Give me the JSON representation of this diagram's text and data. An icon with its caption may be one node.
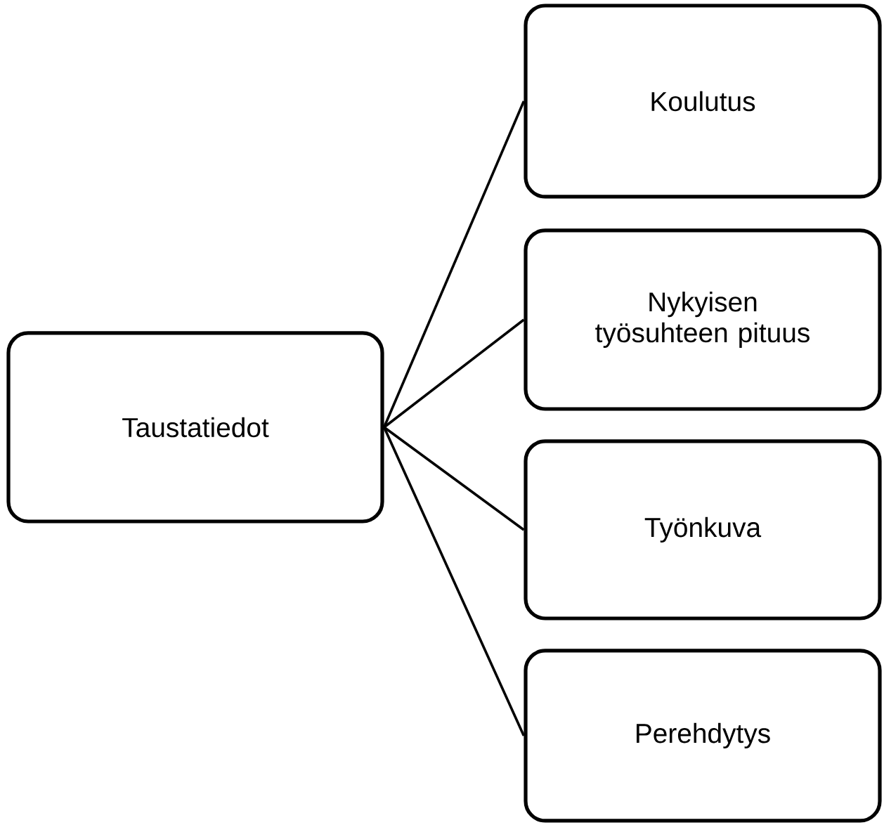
{
  "diagram": {
    "nodes": [
      {
        "text": [
          "Taustatiedot"
        ]
      },
      {
        "text": [
          "Koulutus"
        ]
      },
      {
        "text": [
          "Nykyisen työsuhteen pituus"
        ]
      },
      {
        "text": [
          "Työnkuva"
        ]
      },
      {
        "text": [
          "Perehdytys"
        ]
      }
    ],
    "edges": [
      {
        "from": 0,
        "to": 1,
        "arrow": "none"
      },
      {
        "from": 0,
        "to": 2,
        "arrow": "none"
      },
      {
        "from": 0,
        "to": 3,
        "arrow": "none"
      },
      {
        "from": 0,
        "to": 4,
        "arrow": "none"
      }
    ]
  }
}
